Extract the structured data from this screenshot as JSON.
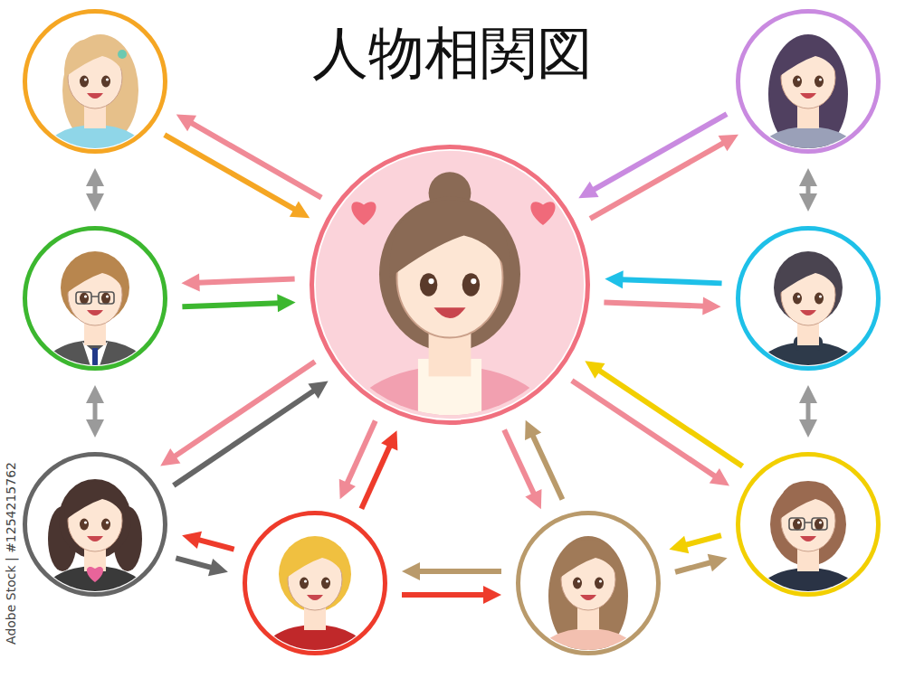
{
  "diagram": {
    "title": "人物相関図",
    "nodes": [
      {
        "text": []
      },
      {
        "text": []
      },
      {
        "text": []
      },
      {
        "text": []
      },
      {
        "text": []
      },
      {
        "text": []
      },
      {
        "text": []
      },
      {
        "text": []
      },
      {
        "text": []
      }
    ],
    "edges": [
      {
        "from": 0,
        "to": 1,
        "arrow": "to"
      },
      {
        "from": 1,
        "to": 0,
        "arrow": "to"
      },
      {
        "from": 0,
        "to": 2,
        "arrow": "to"
      },
      {
        "from": 2,
        "to": 0,
        "arrow": "to"
      },
      {
        "from": 0,
        "to": 3,
        "arrow": "to"
      },
      {
        "from": 3,
        "to": 0,
        "arrow": "to"
      },
      {
        "from": 0,
        "to": 4,
        "arrow": "to"
      },
      {
        "from": 4,
        "to": 0,
        "arrow": "to"
      },
      {
        "from": 0,
        "to": 5,
        "arrow": "to"
      },
      {
        "from": 5,
        "to": 0,
        "arrow": "to"
      },
      {
        "from": 0,
        "to": 6,
        "arrow": "to"
      },
      {
        "from": 6,
        "to": 0,
        "arrow": "to"
      },
      {
        "from": 0,
        "to": 7,
        "arrow": "to"
      },
      {
        "from": 7,
        "to": 0,
        "arrow": "to"
      },
      {
        "from": 0,
        "to": 8,
        "arrow": "to"
      },
      {
        "from": 8,
        "to": 0,
        "arrow": "to"
      },
      {
        "from": 1,
        "to": 2,
        "arrow": "both"
      },
      {
        "from": 2,
        "to": 3,
        "arrow": "both"
      },
      {
        "from": 3,
        "to": 4,
        "arrow": "to"
      },
      {
        "from": 4,
        "to": 3,
        "arrow": "to"
      },
      {
        "from": 4,
        "to": 5,
        "arrow": "to"
      },
      {
        "from": 5,
        "to": 4,
        "arrow": "to"
      },
      {
        "from": 6,
        "to": 5,
        "arrow": "to"
      },
      {
        "from": 5,
        "to": 6,
        "arrow": "to"
      },
      {
        "from": 8,
        "to": 7,
        "arrow": "both"
      },
      {
        "from": 7,
        "to": 6,
        "arrow": "both"
      }
    ],
    "labels": [
      "Adobe Stock | #1254215762"
    ]
  }
}
